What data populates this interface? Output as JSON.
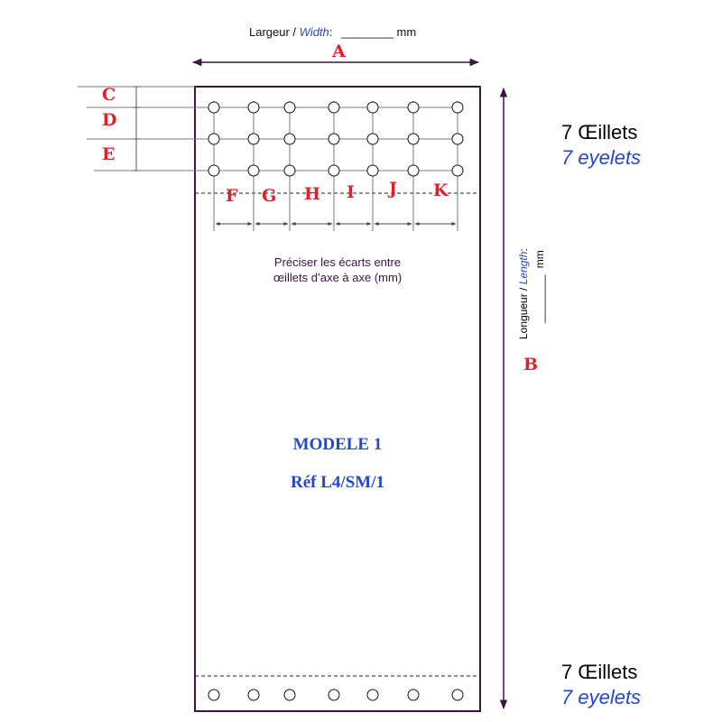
{
  "width_label": {
    "prefix": "Largeur / ",
    "italic": "Width",
    "suffix": ":",
    "blank": "________",
    "unit": "mm"
  },
  "length_label": {
    "prefix": "Longueur / ",
    "italic": "Length",
    "suffix": ":",
    "blank": "________",
    "unit": "mm"
  },
  "dimension_letters": {
    "A": "A",
    "B": "B",
    "C": "C",
    "D": "D",
    "E": "E",
    "spacing": [
      "F",
      "G",
      "H",
      "I",
      "J",
      "K"
    ]
  },
  "instruction": {
    "line1": "Préciser les écarts entre",
    "line2": "œillets d’axe à axe (mm)"
  },
  "model": {
    "name": "MODELE 1",
    "ref": "Réf L4/SM/1"
  },
  "top_count": {
    "fr": "7 Œillets",
    "en": "7 eyelets"
  },
  "bottom_count": {
    "fr": "7 Œillets",
    "en": "7 eyelets"
  },
  "eyelet_layout": {
    "columns": 7,
    "top_rows": 3,
    "bottom_rows": 1
  },
  "colors": {
    "outline": "#3a1540",
    "letters": "#e0202a",
    "model_text": "#2448c8",
    "italic_text": "#2448c8",
    "dim_lines": "#7a7a7a"
  }
}
